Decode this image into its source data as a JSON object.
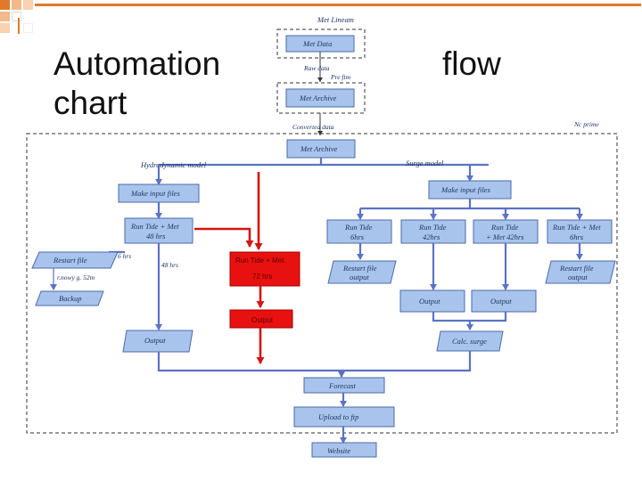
{
  "slide": {
    "title_left_line1": "Automation",
    "title_left_line2": "chart",
    "title_right": "flow"
  },
  "diagram": {
    "met_lineam": "Met Lineam",
    "met_data": "Met Data",
    "raw_data": "Raw data",
    "pre_ftp": "Pre ftm",
    "met_archive_top": "Met Archive",
    "converted_data": "Converted data",
    "nc_prime": "Nc prime",
    "met_archive_mid": "Met Archive",
    "hydrodynamic_model": "Hydrodynamic model",
    "surge_model": "Surge model",
    "make_input_left": "Make input files",
    "make_input_right": "Make input files",
    "run_tide_met_48_l1": "Run Tide + Met",
    "run_tide_met_48_l2": "48 hrs",
    "six_hrs": "6 hrs",
    "fortyeight_hrs": "48 hrs",
    "restart_left": "Restart file",
    "restart_left_sub": "r.nowy g. 52m",
    "backup": "Backup",
    "output_left": "Output",
    "red_run_l1": "Run Tide + Met",
    "red_run_l2": "72 hrs",
    "red_output": "Output",
    "run_tide_6_l1": "Run Tide",
    "run_tide_6_l2": "6hrs",
    "run_tide_42_l1": "Run Tide",
    "run_tide_42_l2": "42hrs",
    "run_tide_met42_l1": "Run Tide",
    "run_tide_met42_l2": "+ Met 42hrs",
    "run_tide_met6_l1": "Run Tide + Met",
    "run_tide_met6_l2": "6hrs",
    "restart_mid_l1": "Restart file",
    "restart_mid_l2": "output",
    "restart_right_l1": "Restart file",
    "restart_right_l2": "output",
    "output_mid1": "Output",
    "output_mid2": "Output",
    "calc_surge": "Calc. surge",
    "forecast": "Forecast",
    "upload": "Upload to ftp",
    "website": "Website"
  },
  "colors": {
    "box_fill": "#a9c4ec",
    "box_stroke": "#4a6aa8",
    "blue_arrow": "#5b72c6",
    "red_arrow": "#d21515",
    "red_box": "#e8110f",
    "corner_orange": "#e07a2a"
  }
}
